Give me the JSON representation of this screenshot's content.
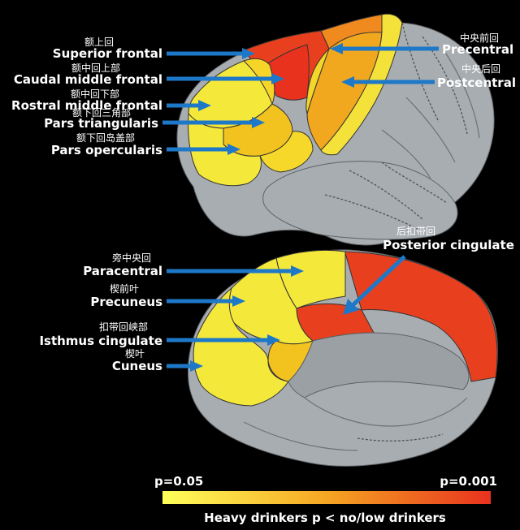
{
  "lateral_labels": [
    {
      "cn": "额上回",
      "en": "Superior frontal"
    },
    {
      "cn": "额中回上部",
      "en": "Caudal middle frontal"
    },
    {
      "cn": "额中回下部",
      "en": "Rostral middle frontal"
    },
    {
      "cn": "额下回三角部",
      "en": "Pars triangularis"
    },
    {
      "cn": "额下回岛盖部",
      "en": "Pars opercularis"
    },
    {
      "cn": "中央前回",
      "en": "Precentral"
    },
    {
      "cn": "中央后回",
      "en": "Postcentral"
    }
  ],
  "medial_labels": [
    {
      "cn": "后扣带回",
      "en": "Posterior cingulate"
    },
    {
      "cn": "旁中央回",
      "en": "Paracentral"
    },
    {
      "cn": "楔前叶",
      "en": "Precuneus"
    },
    {
      "cn": "扣带回峡部",
      "en": "Isthmus cingulate"
    },
    {
      "cn": "楔叶",
      "en": "Cuneus"
    }
  ],
  "scale": {
    "left_label": "p=0.05",
    "right_label": "p=0.001",
    "caption": "Heavy drinkers p < no/low drinkers",
    "color_low": "#ffff5a",
    "color_high": "#e8321e"
  },
  "colors": {
    "arrow": "#1e78c8",
    "brain_gray": "#a8adb1",
    "red": "#e8401e",
    "orange": "#f08a1e",
    "yellow": "#f4e83a"
  }
}
